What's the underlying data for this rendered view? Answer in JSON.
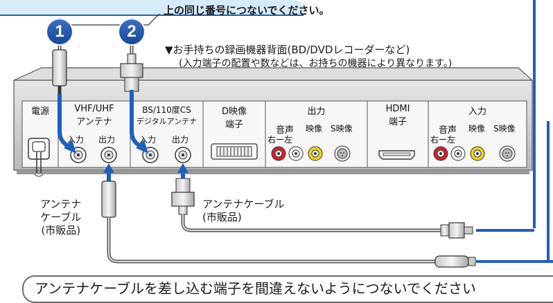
{
  "callout": "上の同じ番号につないでください。",
  "markers": [
    "1",
    "2"
  ],
  "recorder_title": "▼お手持ちの録画機器背面(BD/DVDレコーダーなど)",
  "recorder_note": "(入力端子の配置や数などは、お持ちの機器により異なります。)",
  "panel": {
    "power": "電源",
    "vhf_title_1": "VHF/UHF",
    "vhf_title_2": "アンテナ",
    "bs_title_1": "BS/110度CS",
    "bs_title_2": "デジタルアンテナ",
    "in_label": "入力",
    "out_label": "出力",
    "d_video_1": "D映像",
    "d_video_2": "端子",
    "output_title": "出力",
    "input_title": "入力",
    "audio_label": "音声",
    "video_label": "映像",
    "svideo_label": "S映像",
    "lr_label": "右ー左",
    "hdmi_1": "HDMI",
    "hdmi_2": "端子"
  },
  "cable_label_left": [
    "アンテナ",
    "ケーブル",
    "(市販品)"
  ],
  "cable_label_right": [
    "アンテナケーブル",
    "(市販品)"
  ],
  "footer": "アンテナケーブルを差し込む端子を間違えないようにつないでください",
  "colors": {
    "accent_blue": "#1f5fbf",
    "callout_bg": "#d6ebf8",
    "panel_bg": "#f2f2f2",
    "device_body": "#cfcfcf",
    "rca_red": "#d81e2a",
    "rca_yellow": "#f2d21b",
    "rca_white": "#f4f4f4"
  }
}
